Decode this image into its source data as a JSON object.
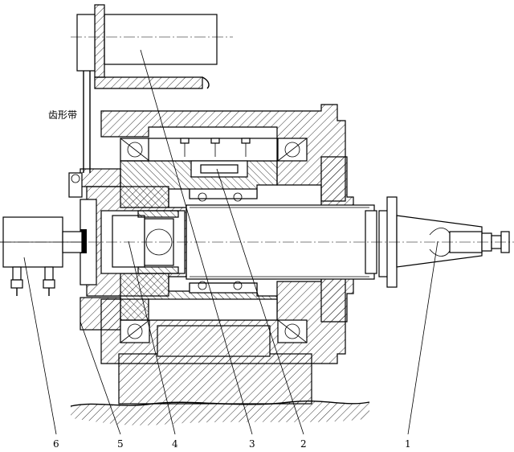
{
  "belt_label": "齿形带",
  "callouts": [
    "6",
    "5",
    "4",
    "3",
    "2",
    "1"
  ]
}
